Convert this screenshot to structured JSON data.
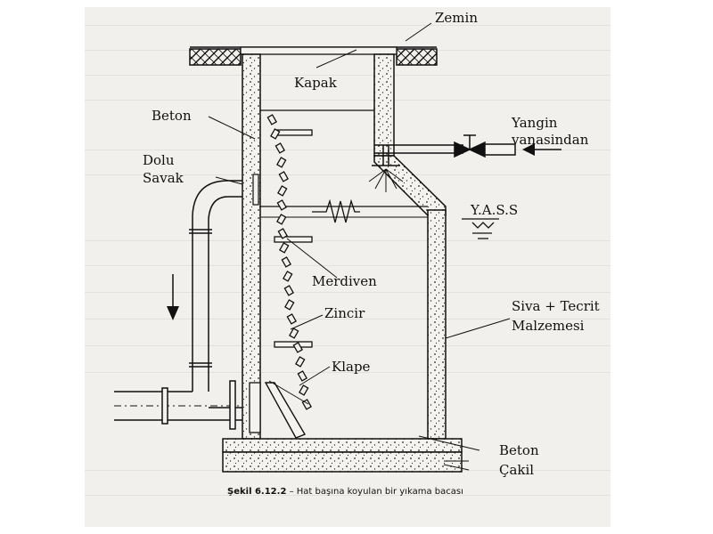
{
  "labels": {
    "zemin": "Zemin",
    "kapak": "Kapak",
    "beton_top": "Beton",
    "yangin_1": "Yangin",
    "yangin_2": "vanasindan",
    "dolu": "Dolu",
    "savak": "Savak",
    "yass": "Y.A.S.S",
    "merdiven": "Merdiven",
    "siva_1": "Siva + Tecrit",
    "siva_2": "Malzemesi",
    "zincir": "Zincir",
    "klape": "Klape",
    "beton_bottom": "Beton",
    "cakil": "Çakil"
  },
  "caption": {
    "number": "Şekil 6.12.2",
    "text": " – Hat başına koyulan bir yıkama bacası"
  }
}
